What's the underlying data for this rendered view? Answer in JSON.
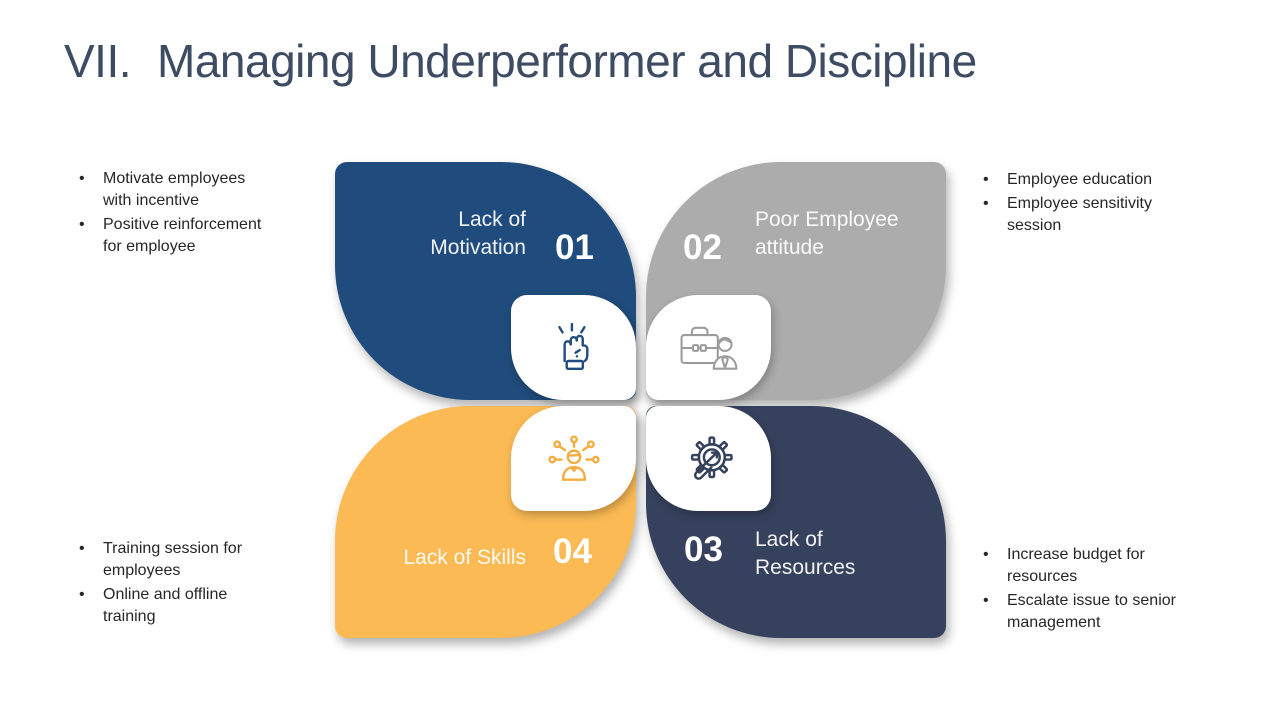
{
  "title": {
    "prefix": "VII.",
    "text": "Managing Underperformer and Discipline"
  },
  "colors": {
    "blue": "#1F4C7C",
    "gray": "#ACACAC",
    "yellow": "#FBBA54",
    "navy": "#36425D",
    "title": "#3D4B63",
    "body": "#262626"
  },
  "quadrants": {
    "motivation": {
      "number": "01",
      "label": "Lack of\nMotivation",
      "icon": "fist-icon",
      "bullets": [
        "Motivate employees with incentive",
        "Positive reinforcement for employee"
      ]
    },
    "attitude": {
      "number": "02",
      "label": "Poor Employee\nattitude",
      "icon": "briefcase-person-icon",
      "bullets": [
        "Employee education",
        "Employee sensitivity session"
      ]
    },
    "resources": {
      "number": "03",
      "label": "Lack of\nResources",
      "icon": "gear-magnifier-icon",
      "bullets": [
        "Increase budget for resources",
        "Escalate issue to senior management"
      ]
    },
    "skills": {
      "number": "04",
      "label": "Lack of Skills",
      "icon": "person-network-icon",
      "bullets": [
        "Training session for employees",
        "Online and offline training"
      ]
    }
  }
}
